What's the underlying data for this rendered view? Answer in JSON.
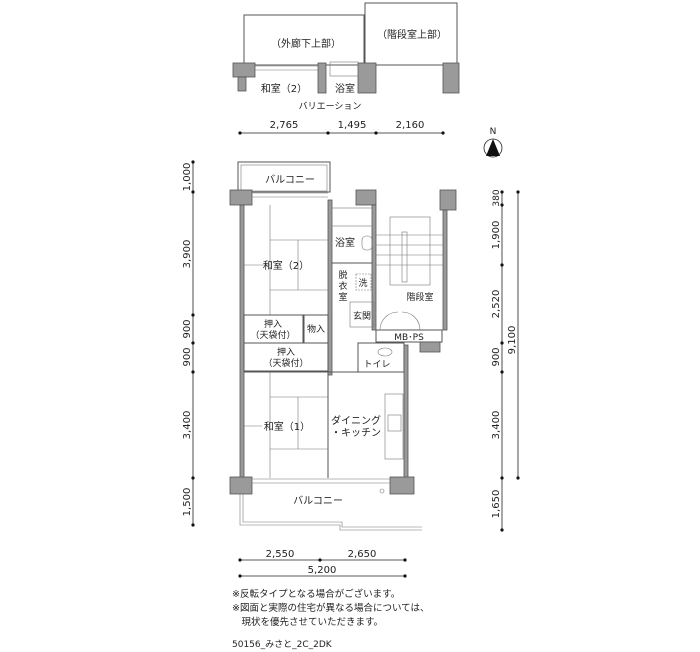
{
  "variation": {
    "caption": "バリエーション",
    "corridor_above": "（外廊下上部）",
    "stair_above": "（階段室上部）",
    "room": "和室（2）",
    "bath": "浴室"
  },
  "rooms": {
    "balcony_north": "バルコニー",
    "japanese_room_2": "和室（2）",
    "bath": "浴室",
    "dressing_1": "脱",
    "dressing_2": "衣",
    "dressing_3": "室",
    "washer": "洗",
    "stairwell": "階段室",
    "entrance": "玄関",
    "closet": "物入",
    "oshiire_1": "押入",
    "oshiire_1_sub": "（天袋付）",
    "oshiire_2": "押入",
    "oshiire_2_sub": "（天袋付）",
    "mbps": "MB･PS",
    "toilet": "トイレ",
    "japanese_room_1": "和室（1）",
    "dk_1": "ダイニング",
    "dk_2": "・キッチン",
    "balcony_south": "バルコニー"
  },
  "compass": {
    "label": "N"
  },
  "dimensions": {
    "top": [
      "2,765",
      "1,495",
      "2,160"
    ],
    "left": [
      "1,000",
      "3,900",
      "900",
      "900",
      "3,400",
      "1,500"
    ],
    "right": [
      "380",
      "1,900",
      "2,520",
      "900",
      "3,400",
      "1,650"
    ],
    "right_total": "9,100",
    "bottom": [
      "2,550",
      "2,650"
    ],
    "bottom_total": "5,200"
  },
  "notes": [
    "※反転タイプとなる場合がございます。",
    "※図面と実際の住宅が異なる場合については、",
    "　現状を優先させていただきます。"
  ],
  "plan_id": "50156_みさと_2C_2DK"
}
